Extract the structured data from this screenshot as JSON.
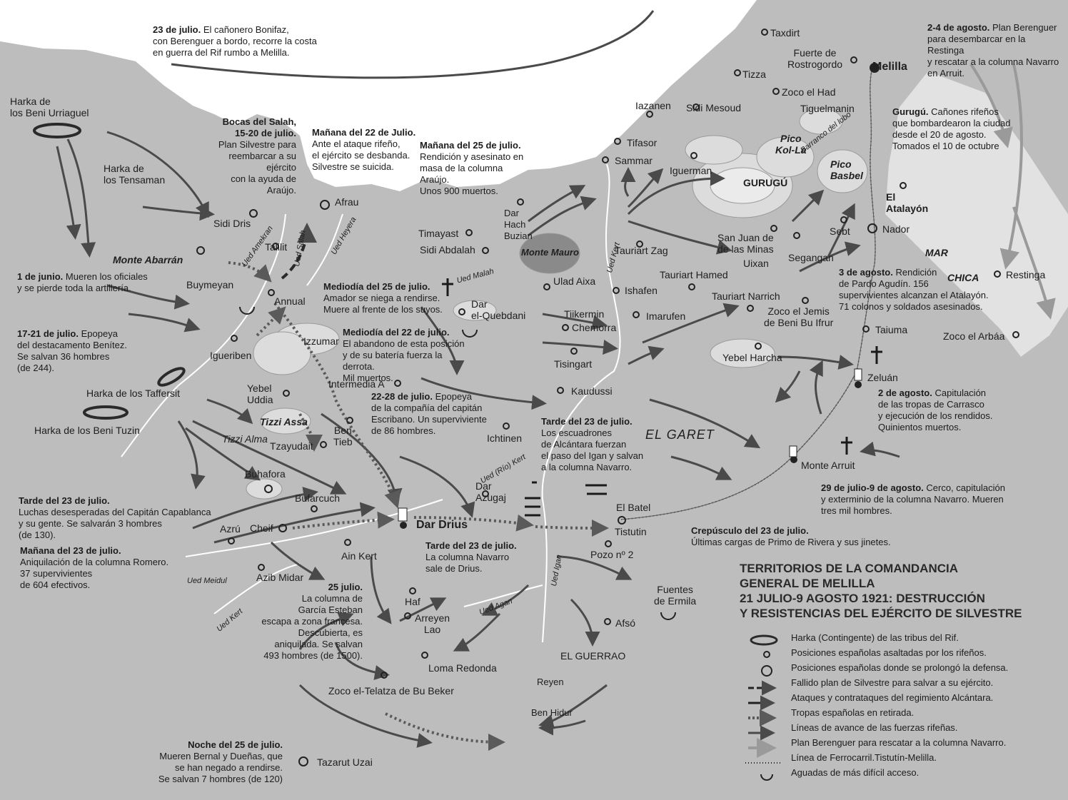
{
  "places": {
    "taxdirt": "Taxdirt",
    "fuerte_rostrogordo": "Fuerte de\nRostrogordo",
    "melilla": "Melilla",
    "tizza": "Tizza",
    "zoco_el_had": "Zoco el Had",
    "iazanen": "Iazanen",
    "sidi_mesoud": "Sidi Mesoud",
    "tiguelmanin": "Tiguelmanin",
    "tifasor": "Tifasor",
    "sammar": "Sammar",
    "iguerman": "Iguerman",
    "pico_kol_la": "Pico\nKol-La",
    "gurugu": "GURUGÚ",
    "pico_basbel": "Pico\nBasbel",
    "barranco_lobo": "Barranco del lobo",
    "el_atalayon": "El\nAtalayón",
    "nador": "Nador",
    "mar_chica_1": "MAR",
    "mar_chica_2": "CHICA",
    "restinga": "Restinga",
    "sebt": "Sebt",
    "san_juan_minas": "San Juan de\nde las Minas",
    "segangan": "Segangan",
    "uixan": "Uixan",
    "tauriart_zag": "Tauriart Zag",
    "tauriart_hamed": "Tauriart Hamed",
    "tauriart_narrich": "Tauriart Narrich",
    "zoco_jemis": "Zoco el Jemis\nde Beni Bu Ifrur",
    "taiuma": "Taiuma",
    "zoco_arbaa": "Zoco el Arbáa",
    "yebel_harcha": "Yebel Harcha",
    "zeluan": "Zeluán",
    "monte_arruit": "Monte Arruit",
    "el_garet": "EL GARET",
    "ishafen": "Ishafen",
    "imarufen": "Imarufen",
    "ulad_aixa": "Ulad Aixa",
    "tiikermin": "Tiikermin",
    "chemorra": "Chemorra",
    "tisingart": "Tisingart",
    "kaudussi": "Kaudussi",
    "monte_mauro": "Monte Mauro",
    "dar_hach_buzian": "Dar\nHach\nBuzian",
    "ued_kert_n": "Ued Kert",
    "timayast": "Timayast",
    "sidi_abdalah": "Sidi Abdalah",
    "afrau": "Afrau",
    "ued_malah": "Ued Malah",
    "dar_quebdani": "Dar\nel-Quebdani",
    "sidi_dris": "Sidi Dris",
    "monte_abarran": "Monte Abarrán",
    "ued_amekran": "Ued Amekran",
    "ued_salah": "Ued Salah",
    "ued_heyera": "Ued Heyera",
    "talilit": "Talilit",
    "buymeyan": "Buymeyan",
    "annual": "Annual",
    "izzumar": "Izzumar",
    "igueriben": "Igueriben",
    "yebel_uddia": "Yebel\nUddia",
    "intermedia_a": "Intermedia A",
    "tizzi_assa": "Tizzi Assa",
    "tizzi_alma": "Tizzi Alma",
    "tzayudait": "Tzayudait",
    "ben_tieb": "Ben\nTieb",
    "ichtinen": "Ichtinen",
    "ued_rio_kert": "Ued (Río) Kert",
    "dar_azugaj": "Dar\nAzugaj",
    "dar_drius": "Dar Drius",
    "buhafora": "Buhafora",
    "bufarcuch": "Bufarcuch",
    "azru": "Azrú",
    "cheif": "Cheif",
    "ain_kert": "Ain Kert",
    "azib_midar": "Azib Midar",
    "ued_meidul": "Ued Meidul",
    "ued_kert_s": "Ued Kert",
    "el_batel": "El Batel",
    "tistutin": "Tistutin",
    "pozo_2": "Pozo nº 2",
    "ued_igan": "Ued Igan",
    "ued_agan": "Ued Agan",
    "haf": "Haf",
    "arreyen_lao": "Arreyen\nLao",
    "fuentes_ermila": "Fuentes\nde Ermila",
    "afso": "Afsó",
    "el_guerrao": "EL GUERRAO",
    "loma_redonda": "Loma Redonda",
    "reyen": "Reyen",
    "ben_hidur": "Ben Hidur",
    "zoco_telatza": "Zoco el-Telatza de Bu Beker",
    "tazarut_uzai": "Tazarut Uzai"
  },
  "harkas": {
    "beni_urriaguel": "Harka de\nlos Beni Urriaguel",
    "tensaman": "Harka de\nlos Tensaman",
    "taffersit": "Harka de los Taffersit",
    "beni_tuzin": "Harka de los Beni Tuzin"
  },
  "annotations": {
    "a23_julio_bonifaz": {
      "head": "23 de julio.",
      "body": "El cañonero Bonifaz,\ncon Berenguer a bordo, recorre la costa\nen guerra del Rif rumbo a Melilla."
    },
    "bocas_salah": {
      "head": "Bocas del Salah,\n15-20 de julio.",
      "body": "Plan Silvestre para\nreembarcar a su ejército\ncon la ayuda de Araújo."
    },
    "manana_22": {
      "head": "Mañana del 22 de Julio.",
      "body": "Ante el ataque rifeño,\nel ejército se desbanda.\nSilvestre se suicida."
    },
    "manana_25": {
      "head": "Mañana del 25 de julio.",
      "body": "Rendición y asesinato en\nmasa de la columna Araújo.\nUnos 900 muertos."
    },
    "gurugu_note": {
      "head": "Gurugú.",
      "body": "Cañones rifeños\nque bombardearon la ciudad\ndesde el 20 de agosto.\nTomados el 10 de octubre"
    },
    "ago_2_4": {
      "head": "2-4 de agosto.",
      "body": "Plan Berenguer\npara desembarcar en la Restinga\ny rescatar a la columna Navarro\nen Arruit."
    },
    "junio_1": {
      "head": "1 de junio.",
      "body": "Mueren los oficiales\ny se pierde toda la artillería."
    },
    "mediodia_25": {
      "head": "Mediodía del 25 de julio.",
      "body": "Amador se niega a rendirse.\nMuere al frente de los suyos."
    },
    "julio_17_21": {
      "head": "17-21 de julio.",
      "body": "Epopeya\ndel destacamento Benítez.\nSe salvan 36 hombres\n(de 244)."
    },
    "mediodia_22": {
      "head": "Mediodía del 22 de julio.",
      "body": "El abandono de esta posición\ny de su batería fuerza la derrota.\nMil muertos."
    },
    "julio_22_28": {
      "head": "22-28 de julio.",
      "body": "Epopeya\nde la compañía del capitán\nEscribano. Un superviviente\nde 86 hombres."
    },
    "ago_3": {
      "head": "3 de agosto.",
      "body": "Rendición\nde Pardo Agudín. 156\nsupervivientes alcanzan el Atalayón.\n71 colonos y soldados asesinados."
    },
    "ago_2": {
      "head": "2 de agosto.",
      "body": "Capitulación\nde las tropas de Carrasco\ny ejecución de los rendidos.\nQuinientos muertos."
    },
    "tarde_23_alcantara": {
      "head": "Tarde del 23 de julio.",
      "body": "Los escuadrones\nde Alcántara fuerzan\nel paso del Igan y salvan\na la columna Navarro."
    },
    "julio29_ago9": {
      "head": "29 de julio-9 de agosto.",
      "body": "Cerco, capitulación\ny exterminio de la columna Navarro. Mueren\ntres mil hombres."
    },
    "tarde_23_capablanca": {
      "head": "Tarde del 23 de julio.",
      "body": "Luchas desesperadas del Capitán Capablanca\ny su gente. Se salvarán 3 hombres\n(de 130)."
    },
    "manana_23": {
      "head": "Mañana del 23 de julio.",
      "body": "Aniquilación de la columna Romero.\n37 supervivientes\nde 604 efectivos."
    },
    "tarde_23_drius": {
      "head": "Tarde del 23 de julio.",
      "body": "La columna Navarro\nsale de Drius."
    },
    "crepusculo_23": {
      "head": "Crepúsculo del 23 de julio.",
      "body": "Últimas cargas de Primo de Rivera y sus jinetes."
    },
    "julio_25": {
      "head": "25 julio.",
      "body": "La columna de\nGarcía Esteban\nescapa a zona francesa.\nDescubierta, es\naniquilada. Se salvan\n493 hombres (de 1500)."
    },
    "noche_25": {
      "head": "Noche del 25 de julio.",
      "body": "Mueren Bernal y Dueñas, que\nse han negado a rendirse.\nSe salvan 7 hombres (de 120)"
    }
  },
  "legend": {
    "title": [
      "TERRITORIOS DE LA COMANDANCIA",
      "GENERAL DE MELILLA",
      "21 JULIO-9 AGOSTO 1921: DESTRUCCIÓN",
      "Y RESISTENCIAS DEL EJÉRCITO DE SILVESTRE"
    ],
    "items": [
      {
        "symbol": "harka-ellipse",
        "label": "Harka (Contingente) de las tribus del Rif."
      },
      {
        "symbol": "small-circle",
        "label": "Posiciones españolas asaltadas por los rifeños."
      },
      {
        "symbol": "double-circle",
        "label": "Posiciones españolas donde se prolongó la defensa."
      },
      {
        "symbol": "dashed-arrow-star",
        "label": "Fallido plan de Silvestre para salvar a su ejército."
      },
      {
        "symbol": "alcantara-arrows",
        "label": "Ataques y contrataques del regimiento Alcántara."
      },
      {
        "symbol": "dotted-arrow",
        "label": "Tropas españolas en retirada."
      },
      {
        "symbol": "solid-arrow",
        "label": "Líneas de avance de las fuerzas rifeñas."
      },
      {
        "symbol": "light-arrow",
        "label": "Plan Berenguer para rescatar a la columna Navarro."
      },
      {
        "symbol": "railway",
        "label": "Línea de Ferrocarril.Tistutín-Melilla."
      },
      {
        "symbol": "water-hole",
        "label": "Aguadas de más difícil acceso."
      }
    ]
  },
  "colors": {
    "land": "#bdbdbd",
    "sea": "#ffffff",
    "mountain": "#dcdcdc",
    "arrow": "#4a4a4a",
    "retreat": "#5a5a5a",
    "berenguer": "#9a9a9a"
  }
}
